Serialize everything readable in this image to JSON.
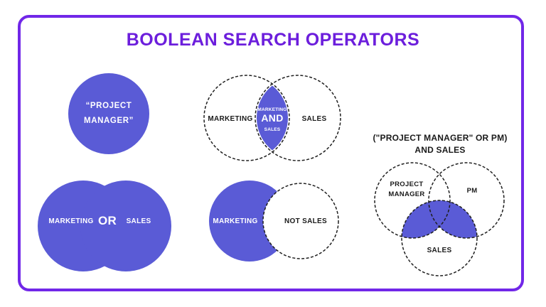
{
  "title": "BOOLEAN SEARCH OPERATORS",
  "colors": {
    "border_purple": "#7127E8",
    "title_purple": "#6C1EDC",
    "circle_fill": "#5A5BD6",
    "outline_dark": "#1F1F1F",
    "background": "#FFFFFF",
    "label_white": "#FFFFFF",
    "label_dark": "#1A1A1A"
  },
  "diagrams": {
    "exact_phrase": {
      "label_line1": "“PROJECT",
      "label_line2": "MANAGER”"
    },
    "and_operator": {
      "left_label": "MARKETING",
      "right_label": "SALES",
      "intersection_line1": "MARKETING",
      "intersection_line2": "AND",
      "intersection_line3": "SALES"
    },
    "or_operator": {
      "left_label": "MARKETING",
      "operator_label": "OR",
      "right_label": "SALES"
    },
    "not_operator": {
      "left_label": "MARKETING",
      "right_label": "NOT SALES"
    },
    "combined_query": {
      "heading_line1": "(\"PROJECT MANAGER\" OR PM)",
      "heading_line2": "AND SALES",
      "top_left_line1": "PROJECT",
      "top_left_line2": "MANAGER",
      "top_right_label": "PM",
      "bottom_label": "SALES"
    }
  }
}
